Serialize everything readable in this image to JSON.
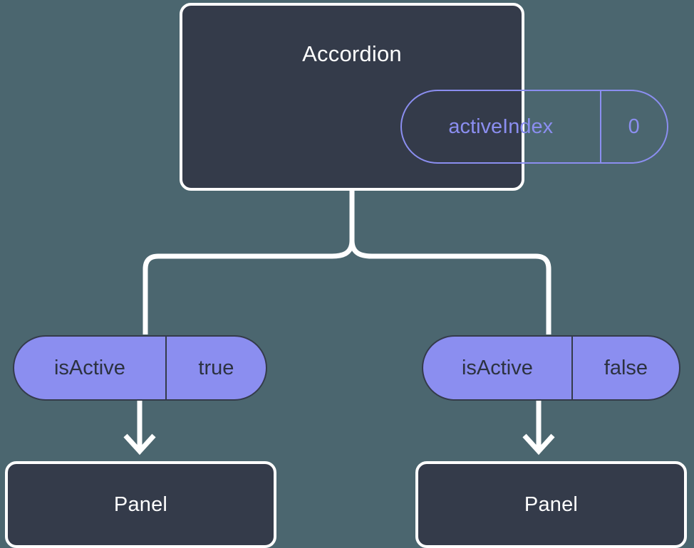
{
  "diagram": {
    "type": "component-tree",
    "background_color": "#4b666f",
    "node_fill_color": "#343b4a",
    "node_border_color": "#ffffff",
    "accent_color": "#8b8ef0",
    "connector_color": "#ffffff",
    "root": {
      "title": "Accordion",
      "state_pill": {
        "key": "activeIndex",
        "value": "0",
        "style": "outlined"
      }
    },
    "branches": [
      {
        "prop_pill": {
          "key": "isActive",
          "value": "true",
          "style": "filled"
        },
        "child": {
          "title": "Panel"
        }
      },
      {
        "prop_pill": {
          "key": "isActive",
          "value": "false",
          "style": "filled"
        },
        "child": {
          "title": "Panel"
        }
      }
    ]
  }
}
